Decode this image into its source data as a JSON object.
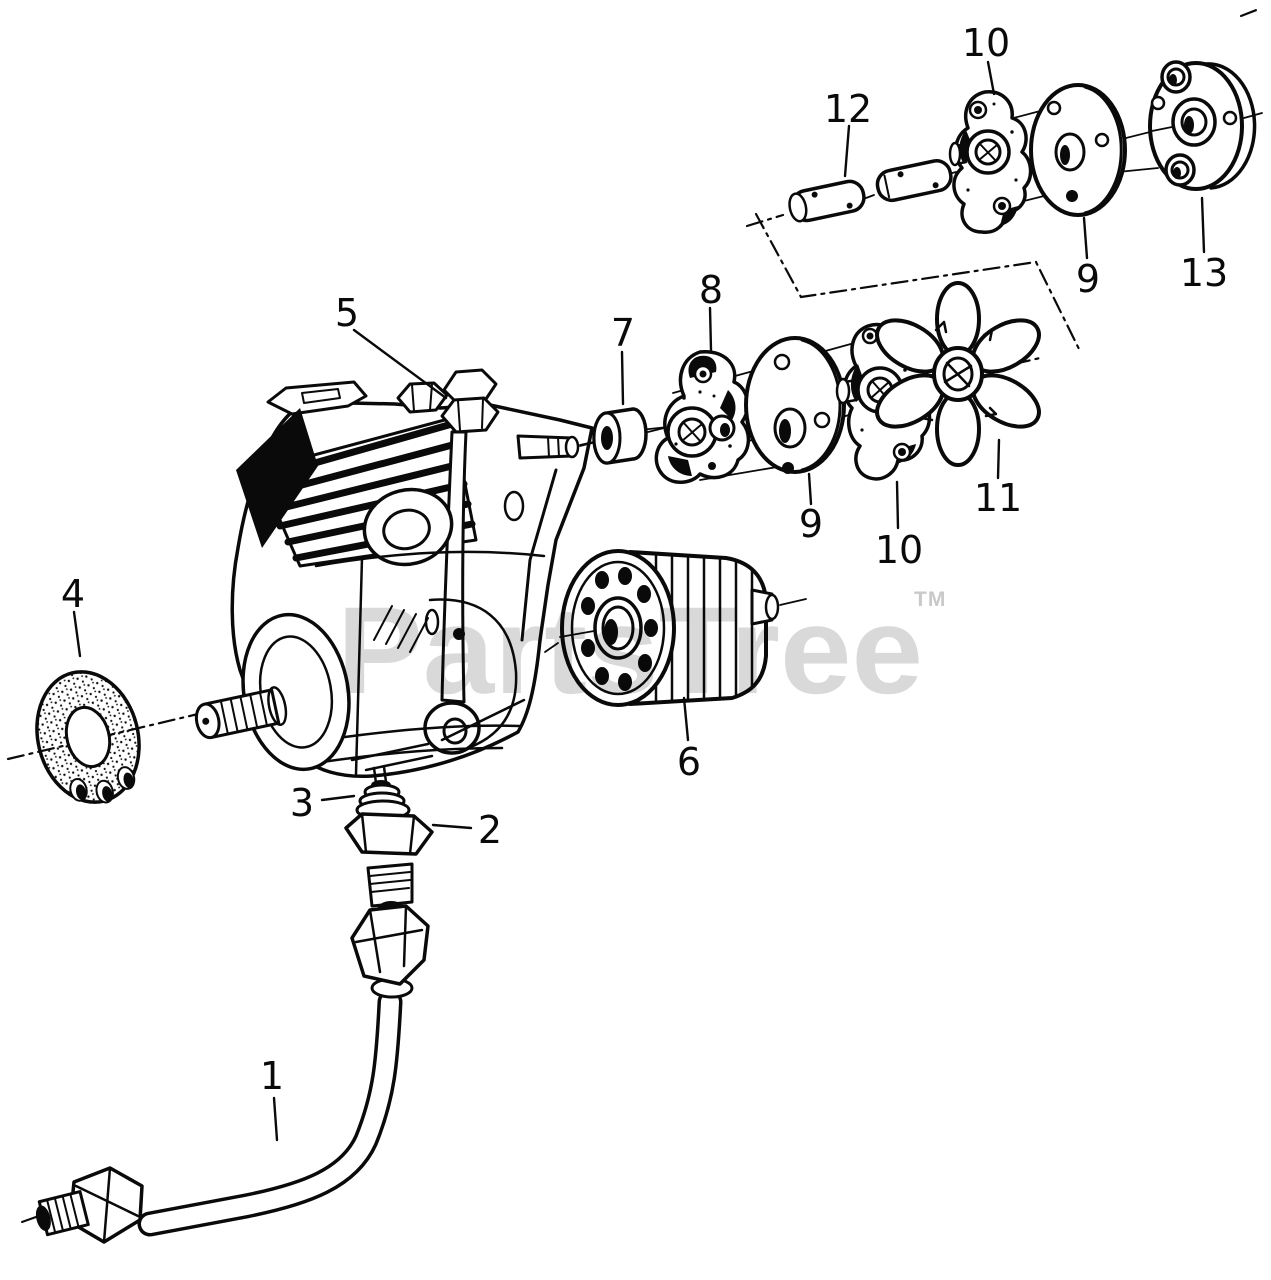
{
  "watermark": {
    "text": "PartsTree",
    "tm": "TM",
    "color": "#d9d9d9",
    "tm_color": "#c9c9c9"
  },
  "diagram": {
    "background": "#ffffff",
    "ink": "#0a0a0a",
    "callouts": [
      {
        "num": "10"
      },
      {
        "num": "12"
      },
      {
        "num": "9"
      },
      {
        "num": "13"
      },
      {
        "num": "8"
      },
      {
        "num": "7"
      },
      {
        "num": "5"
      },
      {
        "num": "9"
      },
      {
        "num": "10"
      },
      {
        "num": "11"
      },
      {
        "num": "4"
      },
      {
        "num": "6"
      },
      {
        "num": "3"
      },
      {
        "num": "2"
      },
      {
        "num": "1"
      }
    ]
  }
}
